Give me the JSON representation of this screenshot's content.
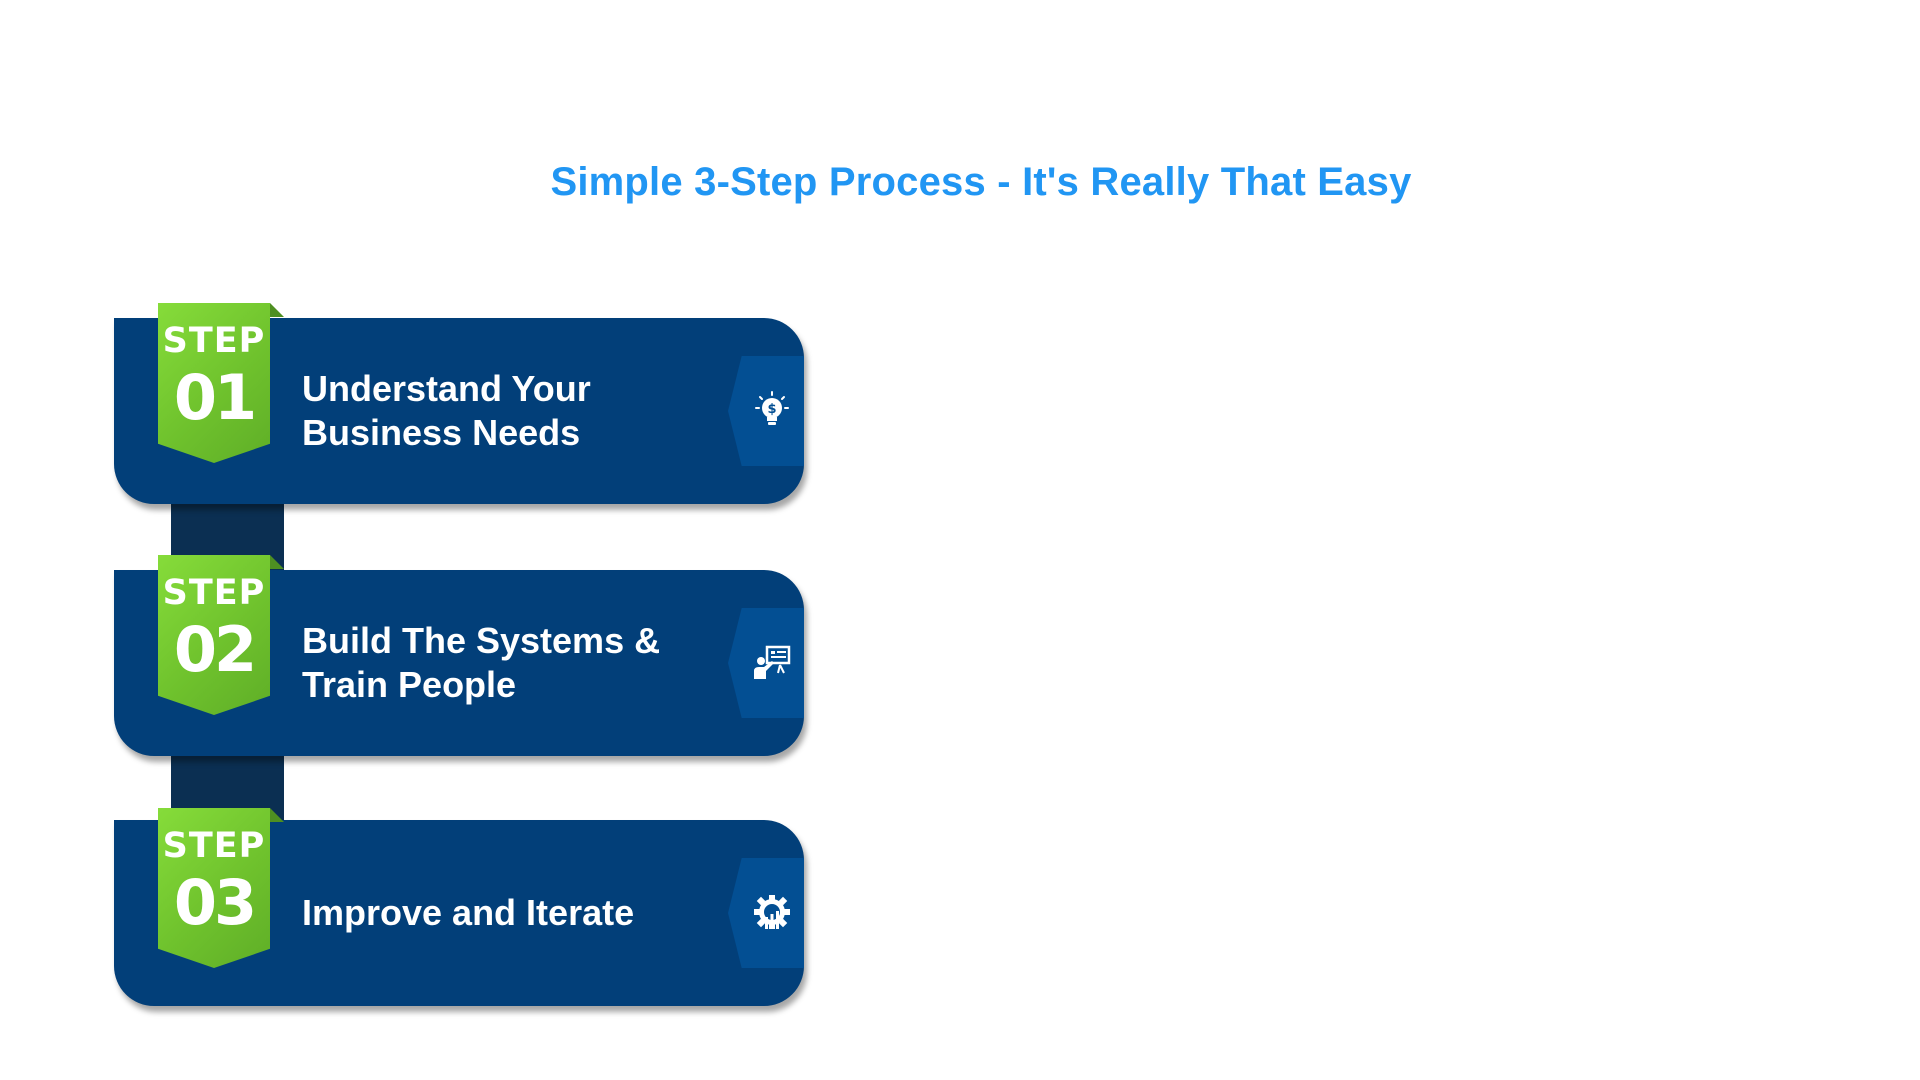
{
  "title": "Simple 3-Step Process - It's Really That Easy",
  "steps": [
    {
      "label": "STEP",
      "number": "01",
      "text_line1": "Understand Your",
      "text_line2": "Business Needs",
      "icon": "lightbulb-dollar-icon"
    },
    {
      "label": "STEP",
      "number": "02",
      "text_line1": "Build The Systems &",
      "text_line2": "Train People",
      "icon": "training-presentation-icon"
    },
    {
      "label": "STEP",
      "number": "03",
      "text_line1": "Improve and Iterate",
      "text_line2": "",
      "icon": "gear-growth-icon"
    }
  ],
  "colors": {
    "title": "#2196f3",
    "card": "#023f79",
    "badge": "#6fc22d",
    "connector": "#0b2f52",
    "icon_tab": "#034f93"
  }
}
